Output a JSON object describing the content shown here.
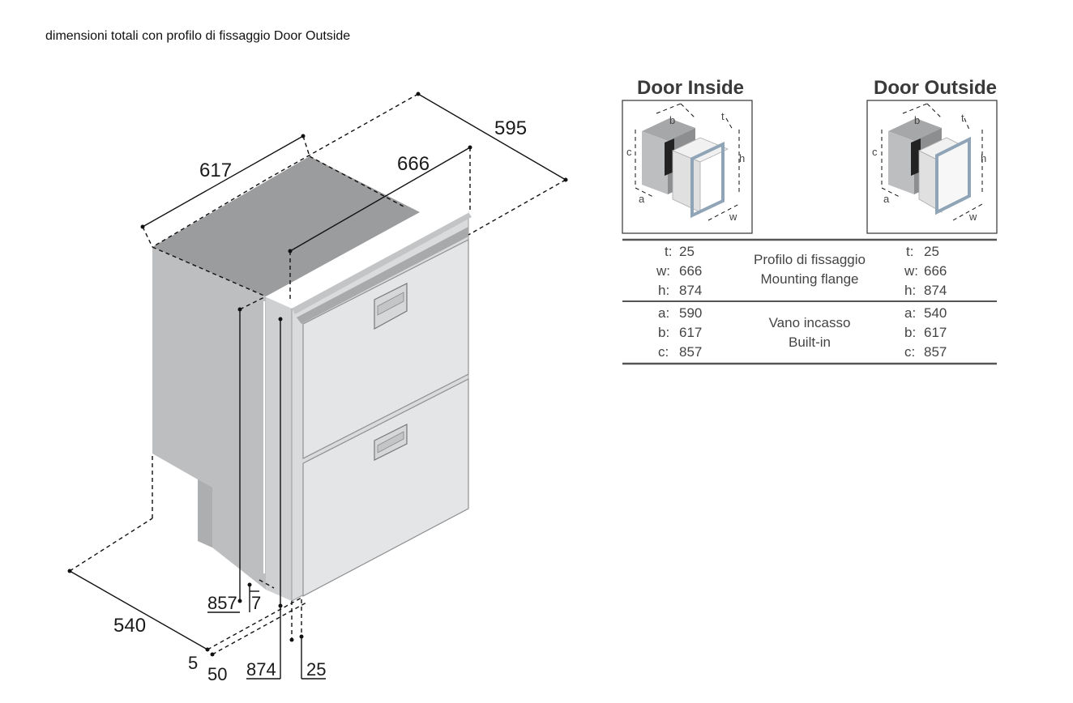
{
  "caption": "dimensioni totali con profilo di fissaggio Door Outside",
  "fridge_dimensions": {
    "d617": "617",
    "d595": "595",
    "d666": "666",
    "d540": "540",
    "d857": "857",
    "d7": "7",
    "d5": "5",
    "d50": "50",
    "d874": "874",
    "d25": "25"
  },
  "panels": {
    "inside_title": "Door Inside",
    "outside_title": "Door Outside",
    "letters": {
      "a": "a",
      "b": "b",
      "c": "c",
      "t": "t",
      "h": "h",
      "w": "w"
    }
  },
  "table": {
    "flange_label_it": "Profilo di fissaggio",
    "flange_label_en": "Mounting flange",
    "builtin_label_it": "Vano incasso",
    "builtin_label_en": "Built-in",
    "inside_flange": [
      {
        "k": "t:",
        "v": "25"
      },
      {
        "k": "w:",
        "v": "666"
      },
      {
        "k": "h:",
        "v": "874"
      }
    ],
    "outside_flange": [
      {
        "k": "t:",
        "v": "25"
      },
      {
        "k": "w:",
        "v": "666"
      },
      {
        "k": "h:",
        "v": "874"
      }
    ],
    "inside_builtin": [
      {
        "k": "a:",
        "v": "590"
      },
      {
        "k": "b:",
        "v": "617"
      },
      {
        "k": "c:",
        "v": "857"
      }
    ],
    "outside_builtin": [
      {
        "k": "a:",
        "v": "540"
      },
      {
        "k": "b:",
        "v": "617"
      },
      {
        "k": "c:",
        "v": "857"
      }
    ]
  }
}
